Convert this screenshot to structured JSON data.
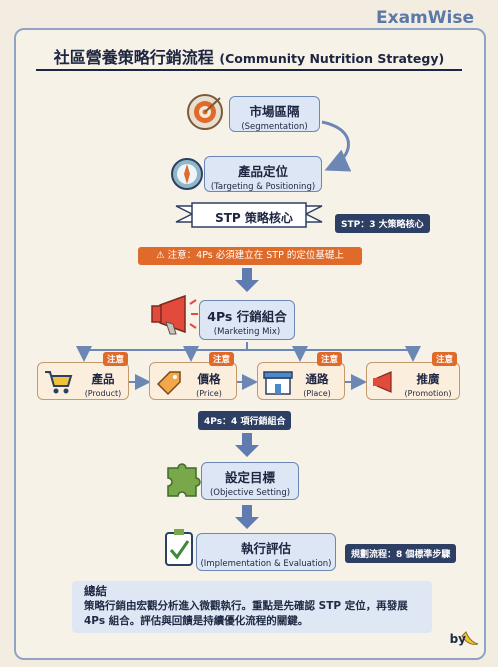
{
  "brand": "ExamWise",
  "title": {
    "zh": "社區營養策略行銷流程",
    "en": "(Community Nutrition Strategy)"
  },
  "stp": {
    "segmentation": {
      "main": "市場區隔",
      "sub": "(Segmentation)"
    },
    "targeting": {
      "main": "產品定位",
      "sub": "(Targeting & Positioning)"
    },
    "banner": "STP 策略核心",
    "tag": "STP：3 大策略核心"
  },
  "warning": "⚠ 注意：4Ps 必須建立在 STP 的定位基礎上",
  "marketing_mix": {
    "main": "4Ps 行銷組合",
    "sub": "(Marketing Mix)",
    "tag": "4Ps：4 項行銷組合",
    "items": [
      {
        "main": "產品",
        "sub": "(Product)",
        "note": "注意"
      },
      {
        "main": "價格",
        "sub": "(Price)",
        "note": "注意"
      },
      {
        "main": "通路",
        "sub": "(Place)",
        "note": "注意"
      },
      {
        "main": "推廣",
        "sub": "(Promotion)",
        "note": "注意"
      }
    ]
  },
  "objective": {
    "main": "設定目標",
    "sub": "(Objective Setting)"
  },
  "evaluation": {
    "main": "執行評估",
    "sub": "(Implementation & Evaluation)"
  },
  "process_tag": "規劃流程：8 個標準步驟",
  "summary": {
    "title": "總結",
    "line1": "策略行銷由宏觀分析進入微觀執行。重點是先確認 STP 定位，再發展",
    "line2": "4Ps 組合。評估與回饋是持續優化流程的關鍵。"
  },
  "byline": "by",
  "icons": [
    "target-icon",
    "compass-icon",
    "megaphone-icon",
    "cart-icon",
    "price-tag-icon",
    "store-icon",
    "puzzle-icon",
    "checklist-icon",
    "banana-icon",
    "warning-icon"
  ],
  "colors": {
    "box_fill": "#dde6f5",
    "box_border": "#6d87b5",
    "mix_fill": "#fbeedc",
    "note_orange": "#e06a2a",
    "tag_navy": "#2d3f63",
    "frame": "#8fa4c4"
  }
}
